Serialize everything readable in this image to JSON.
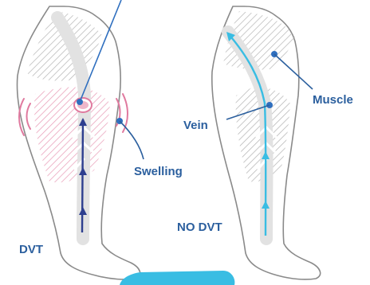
{
  "labels": {
    "swelling": "Swelling",
    "vein": "Vein",
    "muscle": "Muscle",
    "dvt": "DVT",
    "no_dvt": "NO DVT"
  },
  "colors": {
    "outline": "#8a8a8a",
    "hatch": "#b3b3b3",
    "vein_gray": "#e2e2e2",
    "swelling_pink": "#e07a9f",
    "dvt_blue": "#2e3f8f",
    "leader_blue": "#2f6fbf",
    "healthy_cyan": "#39bde3",
    "label_blue": "#2b5f9e"
  },
  "icons": [
    "clot-marker",
    "flow-arrow",
    "swelling-arc"
  ]
}
